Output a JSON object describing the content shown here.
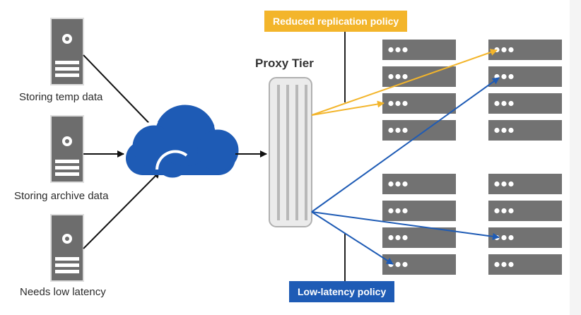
{
  "clients": [
    {
      "label": "Storing temp data"
    },
    {
      "label": "Storing archive data"
    },
    {
      "label": "Needs low latency"
    }
  ],
  "proxy": {
    "label": "Proxy Tier"
  },
  "policies": {
    "reduced_replication": {
      "label": "Reduced replication policy",
      "color": "#f3b52b"
    },
    "low_latency": {
      "label": "Low-latency policy",
      "color": "#1e5bb5"
    }
  },
  "colors": {
    "cloud": "#1e5bb5",
    "server_body": "#6d6d6d",
    "storage_node": "#727272",
    "proxy_fill": "#e6e6e6",
    "arrow": "#111111"
  },
  "icons": [
    "server-icon",
    "cloud-icon",
    "proxy-tier-icon",
    "storage-node-icon"
  ],
  "storage_cluster": {
    "columns": 2,
    "groups": 2,
    "nodes_per_column_per_group": 4
  }
}
